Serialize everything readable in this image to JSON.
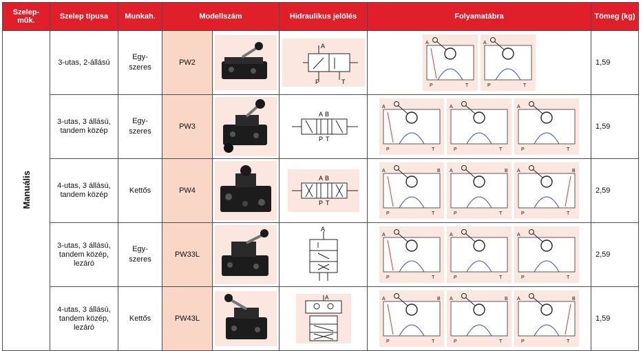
{
  "header": {
    "mode": "Szelep-\nműk.",
    "type": "Szelep típusa",
    "work": "Munkah.",
    "model": "Modellszám",
    "hydraulic": "Hidraulikus jelölés",
    "flow": "Folyamatábra",
    "weight": "Tömeg (kg)"
  },
  "mode_label": "Manuális",
  "rows": [
    {
      "type": "3-utas, 2-állású",
      "work": "Egy-\nszeres",
      "model": "PW2",
      "weight": "1,59"
    },
    {
      "type": "3-utas, 3 állású,\ntandem közép",
      "work": "Egy-\nszeres",
      "model": "PW3",
      "weight": "1,59"
    },
    {
      "type": "4-utas, 3 állású,\ntandem közép",
      "work": "Kettős",
      "model": "PW4",
      "weight": "2,59"
    },
    {
      "type": "3-utas, 3 állású,\ntandem közép,\nlezáró",
      "work": "Egy-\nszeres",
      "model": "PW33L",
      "weight": "2,59"
    },
    {
      "type": "4-utas, 3 állású,\ntandem közép,\nlezáró",
      "work": "Kettős",
      "model": "PW43L",
      "weight": "1,59"
    }
  ],
  "symbol_labels": {
    "row1": [
      "A",
      "P",
      "T"
    ],
    "row2": [
      "A",
      "B",
      "P",
      "T"
    ],
    "row3": [
      "A",
      "B",
      "P",
      "T"
    ],
    "row4": [
      "A"
    ],
    "row5": [
      "A"
    ]
  },
  "flow_ports": {
    "a": "A",
    "b": "B",
    "p": "P",
    "t": "T"
  },
  "colors": {
    "header_red": "#e01f2a",
    "model_bg": "#f9d6c6",
    "flow_red": "#e8343a",
    "flow_blue": "#3a4bb0"
  }
}
